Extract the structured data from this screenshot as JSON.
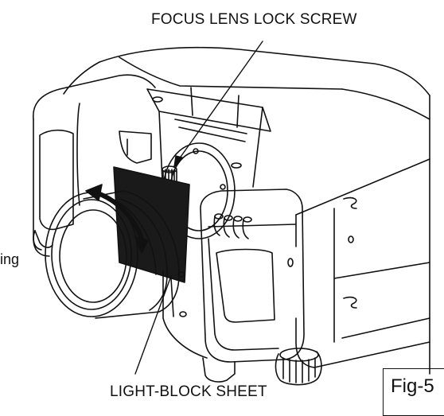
{
  "labels": {
    "focus_lens_lock_screw": "FOCUS LENS LOCK SCREW",
    "light_block_sheet": "LIGHT-BLOCK SHEET",
    "focus_ring_partial": "ing",
    "figure_id": "Fig-5"
  },
  "colors": {
    "line": "#111111",
    "sheet": "#1a1a1a",
    "background": "#ffffff"
  }
}
